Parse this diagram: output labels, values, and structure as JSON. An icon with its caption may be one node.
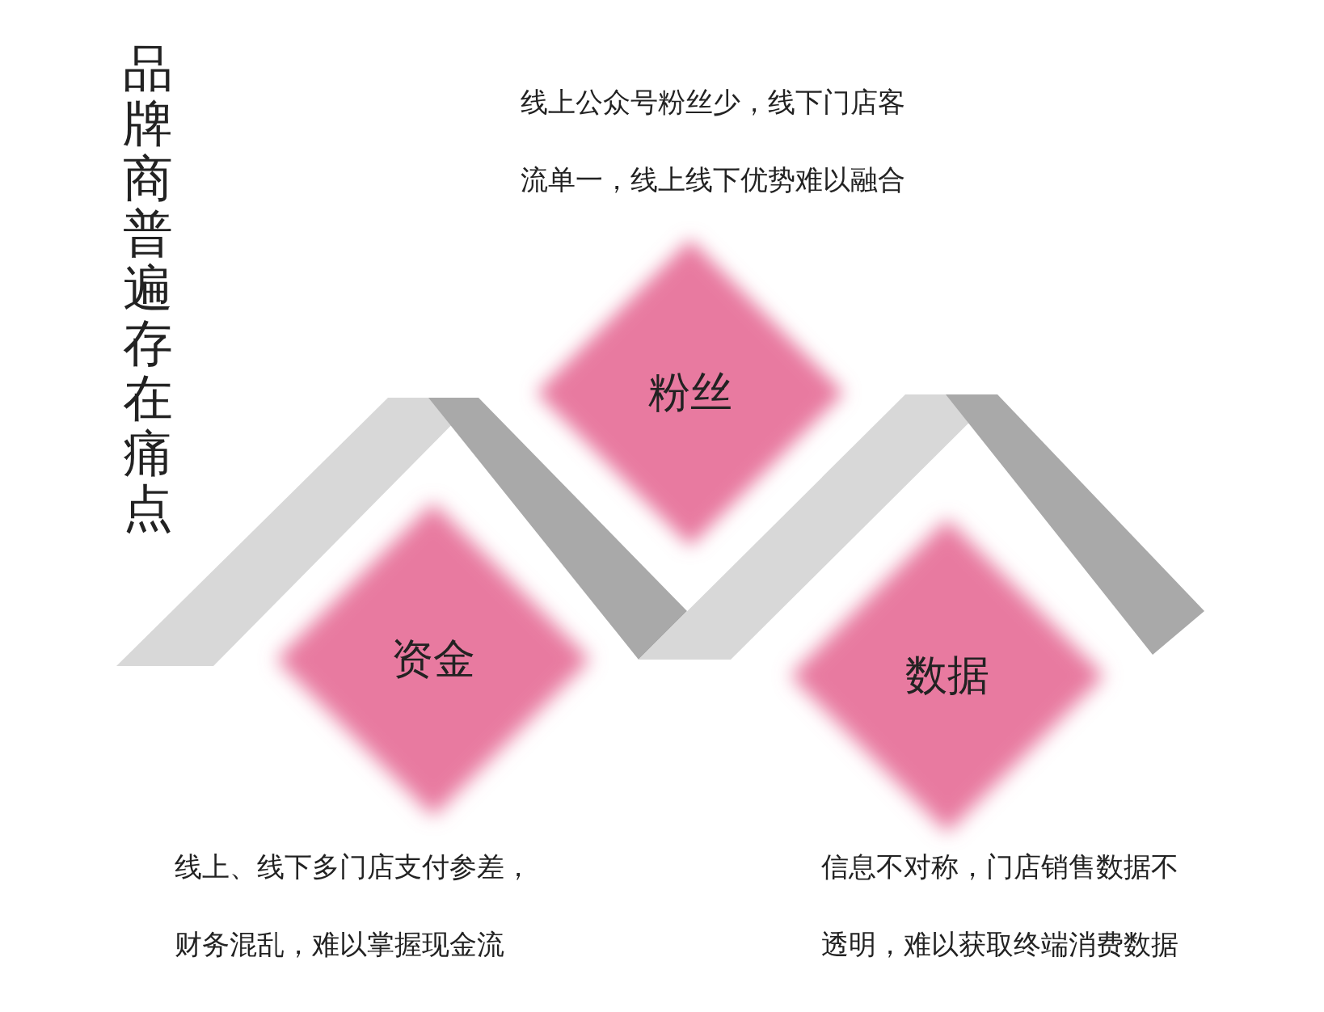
{
  "diagram": {
    "title": "品牌商普遍存在痛点",
    "nodes": [
      {
        "text": [
          "粉丝"
        ],
        "beside": [
          "线上公众号粉丝少，线下门店客流单一，线上线下优势难以融合"
        ]
      },
      {
        "text": [
          "资金"
        ],
        "beside": [
          "线上、线下多门店支付参差，财务混乱，难以掌握现金流"
        ]
      },
      {
        "text": [
          "数据"
        ],
        "beside": [
          "信息不对称，门店销售数据不透明，难以获取终端消费数据"
        ]
      }
    ]
  }
}
